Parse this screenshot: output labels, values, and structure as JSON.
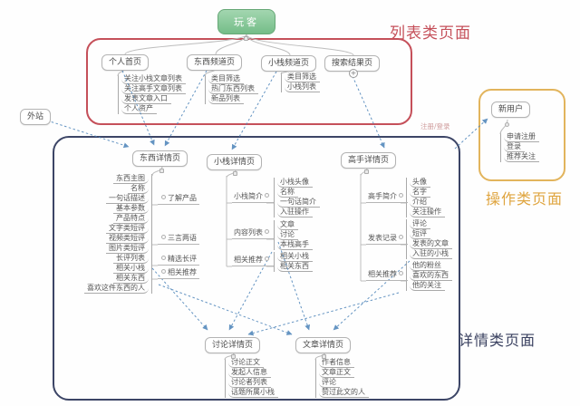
{
  "root": {
    "label": "玩客"
  },
  "external_node": {
    "label": "外站"
  },
  "section_labels": {
    "list": "列表类页面",
    "action": "操作类页面",
    "detail": "详情类页面"
  },
  "edge_labels": {
    "register_login": "注册/登录"
  },
  "icons": {
    "expand": "+"
  },
  "colors": {
    "root_node_fill": "#7fc694",
    "list_frame_border": "#c5505a",
    "action_frame_border": "#e2b45c",
    "detail_frame_border": "#3c4566",
    "arrow_color": "#4a82b8"
  },
  "list_pages": {
    "personal": {
      "title": "个人首页",
      "children": [
        "关注小栈文章列表",
        "关注高手文章列表",
        "发表文章入口",
        "个人资产"
      ]
    },
    "thing_channel": {
      "title": "东西频道页",
      "children": [
        "类目筛选",
        "热门东西列表",
        "新品列表"
      ]
    },
    "stack_channel": {
      "title": "小栈频道页",
      "children": [
        "类目筛选",
        "小栈列表"
      ]
    },
    "search_results": {
      "title": "搜索结果页"
    }
  },
  "action_pages": {
    "new_user": {
      "title": "新用户",
      "children": [
        "申请注册",
        "登录",
        "推荐关注"
      ]
    }
  },
  "detail_pages": {
    "thing": {
      "title": "东西详情页",
      "rows": [
        "东西主图",
        "名称",
        "一句话描述",
        "基本参数",
        "产品特点",
        "文字类短评",
        "视频类短评",
        "图片类短评",
        "长评列表",
        "相关小栈",
        "相关东西",
        "喜欢这件东西的人"
      ],
      "group_labels": [
        "了解产品",
        "三言两语",
        "精选长评",
        "相关推荐"
      ]
    },
    "stack": {
      "title": "小栈详情页",
      "groups": [
        {
          "label": "小栈简介",
          "rows": [
            "小栈头像",
            "名称",
            "一句话简介",
            "入驻操作"
          ]
        },
        {
          "label": "内容列表",
          "rows": [
            "文章",
            "讨论",
            "本栈高手"
          ]
        },
        {
          "label": "相关推荐",
          "rows": [
            "相关小栈",
            "相关东西"
          ]
        }
      ]
    },
    "master": {
      "title": "高手详情页",
      "groups": [
        {
          "label": "高手简介",
          "rows": [
            "头像",
            "名字",
            "介绍",
            "关注操作"
          ]
        },
        {
          "label": "发表记录",
          "rows": [
            "评论",
            "短评",
            "发表的文章",
            "入驻的小栈"
          ]
        },
        {
          "label": "相关推荐",
          "rows": [
            "他的粉丝",
            "喜欢的东西",
            "他的关注"
          ]
        }
      ]
    },
    "discussion": {
      "title": "讨论详情页",
      "children": [
        "讨论正文",
        "发起人信息",
        "讨论者列表",
        "话题所属小栈"
      ]
    },
    "article": {
      "title": "文章详情页",
      "children": [
        "作者信息",
        "文章正文",
        "评论",
        "赞过此文的人"
      ]
    }
  }
}
